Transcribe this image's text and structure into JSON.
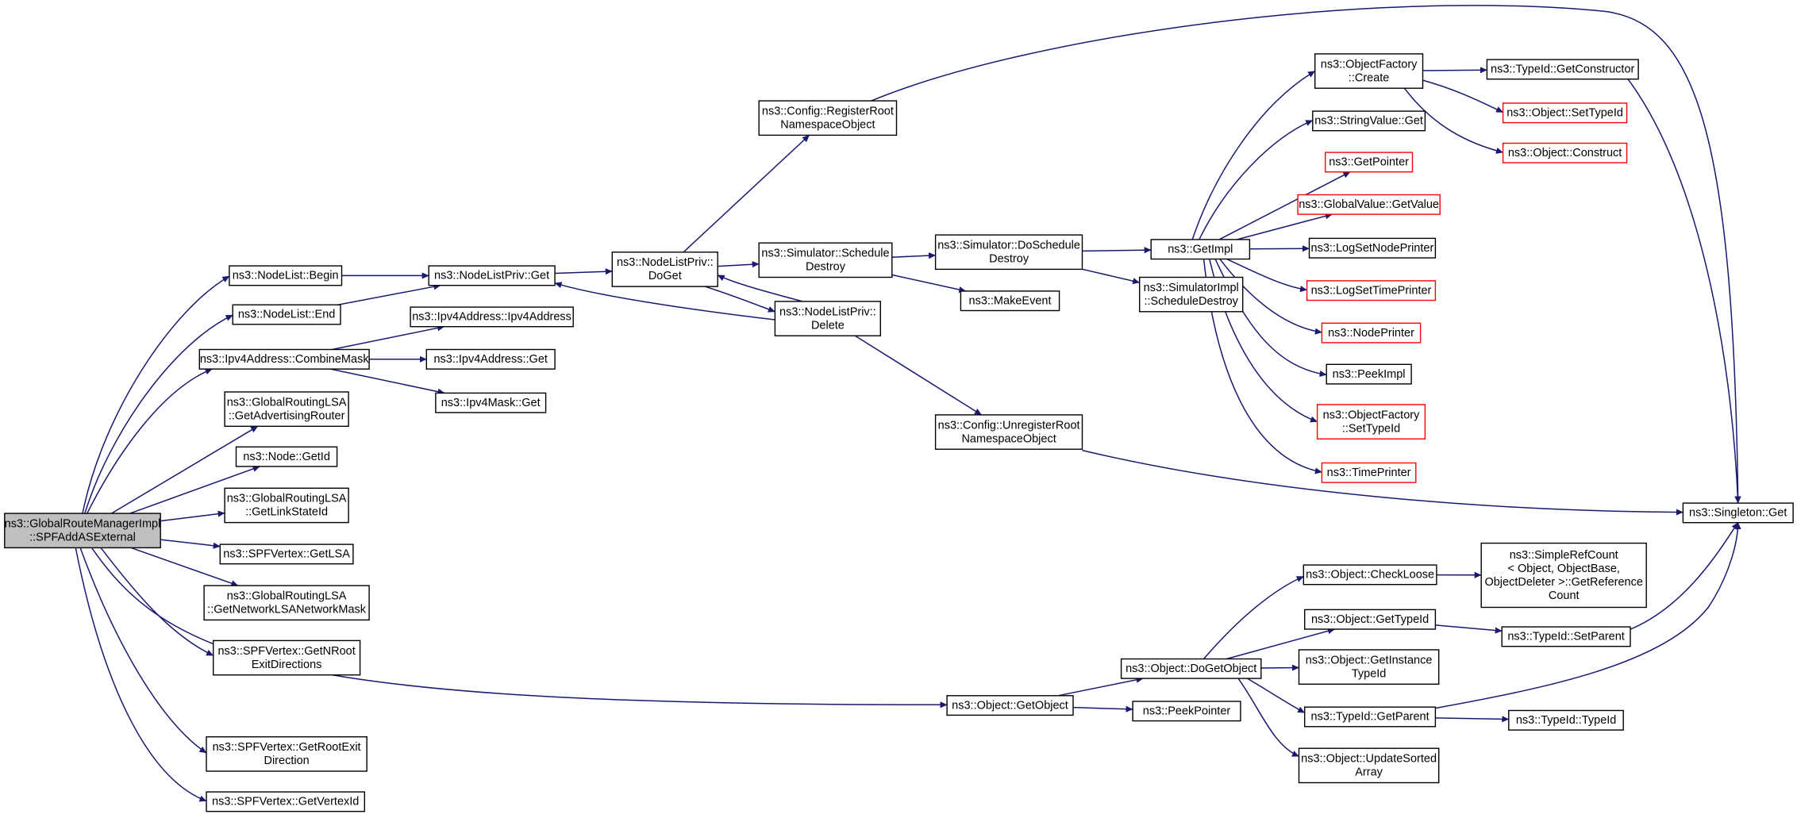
{
  "colors": {
    "edge": "#191970",
    "root_fill": "#bfbfbf",
    "node_border": "#000000",
    "truncated_border": "#ff0000"
  },
  "nodes": [
    {
      "id": "root",
      "lines": [
        "ns3::GlobalRouteManagerImpl",
        "::SPFAddASExternal"
      ],
      "style": "root"
    },
    {
      "id": "nl_begin",
      "lines": [
        "ns3::NodeList::Begin"
      ]
    },
    {
      "id": "nl_end",
      "lines": [
        "ns3::NodeList::End"
      ]
    },
    {
      "id": "ipv4_combine",
      "lines": [
        "ns3::Ipv4Address::CombineMask"
      ]
    },
    {
      "id": "glsa_adv",
      "lines": [
        "ns3::GlobalRoutingLSA",
        "::GetAdvertisingRouter"
      ]
    },
    {
      "id": "node_getid",
      "lines": [
        "ns3::Node::GetId"
      ]
    },
    {
      "id": "glsa_link",
      "lines": [
        "ns3::GlobalRoutingLSA",
        "::GetLinkStateId"
      ]
    },
    {
      "id": "spf_getlsa",
      "lines": [
        "ns3::SPFVertex::GetLSA"
      ]
    },
    {
      "id": "glsa_mask",
      "lines": [
        "ns3::GlobalRoutingLSA",
        "::GetNetworkLSANetworkMask"
      ]
    },
    {
      "id": "spf_nroot",
      "lines": [
        "ns3::SPFVertex::GetNRoot",
        "ExitDirections"
      ]
    },
    {
      "id": "spf_rootexit",
      "lines": [
        "ns3::SPFVertex::GetRootExit",
        "Direction"
      ]
    },
    {
      "id": "spf_vertexid",
      "lines": [
        "ns3::SPFVertex::GetVertexId"
      ]
    },
    {
      "id": "nlp_get",
      "lines": [
        "ns3::NodeListPriv::Get"
      ]
    },
    {
      "id": "ipv4_ctor",
      "lines": [
        "ns3::Ipv4Address::Ipv4Address"
      ]
    },
    {
      "id": "ipv4_get",
      "lines": [
        "ns3::Ipv4Address::Get"
      ]
    },
    {
      "id": "ipv4mask_get",
      "lines": [
        "ns3::Ipv4Mask::Get"
      ]
    },
    {
      "id": "nlp_doget",
      "lines": [
        "ns3::NodeListPriv::",
        "DoGet"
      ]
    },
    {
      "id": "cfg_register",
      "lines": [
        "ns3::Config::RegisterRoot",
        "NamespaceObject"
      ]
    },
    {
      "id": "sim_sched",
      "lines": [
        "ns3::Simulator::Schedule",
        "Destroy"
      ]
    },
    {
      "id": "nlp_delete",
      "lines": [
        "ns3::NodeListPriv::",
        "Delete"
      ]
    },
    {
      "id": "sim_dosched",
      "lines": [
        "ns3::Simulator::DoSchedule",
        "Destroy"
      ]
    },
    {
      "id": "make_event",
      "lines": [
        "ns3::MakeEvent"
      ]
    },
    {
      "id": "cfg_unregister",
      "lines": [
        "ns3::Config::UnregisterRoot",
        "NamespaceObject"
      ]
    },
    {
      "id": "get_impl",
      "lines": [
        "ns3::GetImpl"
      ]
    },
    {
      "id": "simimpl_sched",
      "lines": [
        "ns3::SimulatorImpl",
        "::ScheduleDestroy"
      ]
    },
    {
      "id": "objfac_create",
      "lines": [
        "ns3::ObjectFactory",
        "::Create"
      ]
    },
    {
      "id": "strval_get",
      "lines": [
        "ns3::StringValue::Get"
      ]
    },
    {
      "id": "get_pointer",
      "lines": [
        "ns3::GetPointer"
      ],
      "style": "red"
    },
    {
      "id": "globval_get",
      "lines": [
        "ns3::GlobalValue::GetValue"
      ],
      "style": "red"
    },
    {
      "id": "log_node",
      "lines": [
        "ns3::LogSetNodePrinter"
      ]
    },
    {
      "id": "log_time",
      "lines": [
        "ns3::LogSetTimePrinter"
      ],
      "style": "red"
    },
    {
      "id": "node_printer",
      "lines": [
        "ns3::NodePrinter"
      ],
      "style": "red"
    },
    {
      "id": "peek_impl",
      "lines": [
        "ns3::PeekImpl"
      ]
    },
    {
      "id": "objfac_settype",
      "lines": [
        "ns3::ObjectFactory",
        "::SetTypeId"
      ],
      "style": "red"
    },
    {
      "id": "time_printer",
      "lines": [
        "ns3::TimePrinter"
      ],
      "style": "red"
    },
    {
      "id": "typeid_getctor",
      "lines": [
        "ns3::TypeId::GetConstructor"
      ]
    },
    {
      "id": "obj_settype",
      "lines": [
        "ns3::Object::SetTypeId"
      ],
      "style": "red"
    },
    {
      "id": "obj_construct",
      "lines": [
        "ns3::Object::Construct"
      ],
      "style": "red"
    },
    {
      "id": "singleton_get",
      "lines": [
        "ns3::Singleton::Get"
      ]
    },
    {
      "id": "obj_getobject",
      "lines": [
        "ns3::Object::GetObject"
      ]
    },
    {
      "id": "obj_dogetobject",
      "lines": [
        "ns3::Object::DoGetObject"
      ]
    },
    {
      "id": "peek_pointer",
      "lines": [
        "ns3::PeekPointer"
      ]
    },
    {
      "id": "obj_checkloose",
      "lines": [
        "ns3::Object::CheckLoose"
      ]
    },
    {
      "id": "obj_gettypeid",
      "lines": [
        "ns3::Object::GetTypeId"
      ]
    },
    {
      "id": "obj_getinst",
      "lines": [
        "ns3::Object::GetInstance",
        "TypeId"
      ]
    },
    {
      "id": "typeid_getparent",
      "lines": [
        "ns3::TypeId::GetParent"
      ]
    },
    {
      "id": "obj_updatesorted",
      "lines": [
        "ns3::Object::UpdateSorted",
        "Array"
      ]
    },
    {
      "id": "simplerefcount",
      "lines": [
        "ns3::SimpleRefCount",
        "< Object, ObjectBase,",
        "ObjectDeleter >::GetReference",
        "Count"
      ]
    },
    {
      "id": "typeid_setparent",
      "lines": [
        "ns3::TypeId::SetParent"
      ]
    },
    {
      "id": "typeid_typeid",
      "lines": [
        "ns3::TypeId::TypeId"
      ]
    }
  ],
  "edges": [
    [
      "root",
      "nl_begin"
    ],
    [
      "root",
      "nl_end"
    ],
    [
      "root",
      "ipv4_combine"
    ],
    [
      "root",
      "glsa_adv"
    ],
    [
      "root",
      "node_getid"
    ],
    [
      "root",
      "glsa_link"
    ],
    [
      "root",
      "spf_getlsa"
    ],
    [
      "root",
      "glsa_mask"
    ],
    [
      "root",
      "spf_nroot"
    ],
    [
      "root",
      "obj_getobject"
    ],
    [
      "root",
      "spf_rootexit"
    ],
    [
      "root",
      "spf_vertexid"
    ],
    [
      "nl_begin",
      "nlp_get"
    ],
    [
      "nl_end",
      "nlp_get"
    ],
    [
      "ipv4_combine",
      "ipv4_ctor"
    ],
    [
      "ipv4_combine",
      "ipv4_get"
    ],
    [
      "ipv4_combine",
      "ipv4mask_get"
    ],
    [
      "nlp_get",
      "nlp_doget"
    ],
    [
      "nlp_doget",
      "cfg_register"
    ],
    [
      "nlp_doget",
      "sim_sched"
    ],
    [
      "nlp_doget",
      "nlp_delete"
    ],
    [
      "nlp_delete",
      "nlp_get"
    ],
    [
      "nlp_delete",
      "nlp_doget"
    ],
    [
      "nlp_delete",
      "cfg_unregister"
    ],
    [
      "cfg_register",
      "singleton_get"
    ],
    [
      "cfg_unregister",
      "singleton_get"
    ],
    [
      "sim_sched",
      "sim_dosched"
    ],
    [
      "sim_sched",
      "make_event"
    ],
    [
      "sim_dosched",
      "get_impl"
    ],
    [
      "sim_dosched",
      "simimpl_sched"
    ],
    [
      "get_impl",
      "objfac_create"
    ],
    [
      "get_impl",
      "strval_get"
    ],
    [
      "get_impl",
      "get_pointer"
    ],
    [
      "get_impl",
      "globval_get"
    ],
    [
      "get_impl",
      "log_node"
    ],
    [
      "get_impl",
      "log_time"
    ],
    [
      "get_impl",
      "node_printer"
    ],
    [
      "get_impl",
      "peek_impl"
    ],
    [
      "get_impl",
      "objfac_settype"
    ],
    [
      "get_impl",
      "time_printer"
    ],
    [
      "objfac_create",
      "typeid_getctor"
    ],
    [
      "objfac_create",
      "obj_settype"
    ],
    [
      "objfac_create",
      "obj_construct"
    ],
    [
      "typeid_getctor",
      "singleton_get"
    ],
    [
      "obj_getobject",
      "obj_dogetobject"
    ],
    [
      "obj_getobject",
      "peek_pointer"
    ],
    [
      "obj_dogetobject",
      "obj_checkloose"
    ],
    [
      "obj_dogetobject",
      "obj_gettypeid"
    ],
    [
      "obj_dogetobject",
      "obj_getinst"
    ],
    [
      "obj_dogetobject",
      "typeid_getparent"
    ],
    [
      "obj_dogetobject",
      "obj_updatesorted"
    ],
    [
      "obj_checkloose",
      "simplerefcount"
    ],
    [
      "obj_gettypeid",
      "typeid_setparent"
    ],
    [
      "typeid_setparent",
      "singleton_get"
    ],
    [
      "typeid_getparent",
      "singleton_get"
    ],
    [
      "typeid_getparent",
      "typeid_typeid"
    ]
  ]
}
